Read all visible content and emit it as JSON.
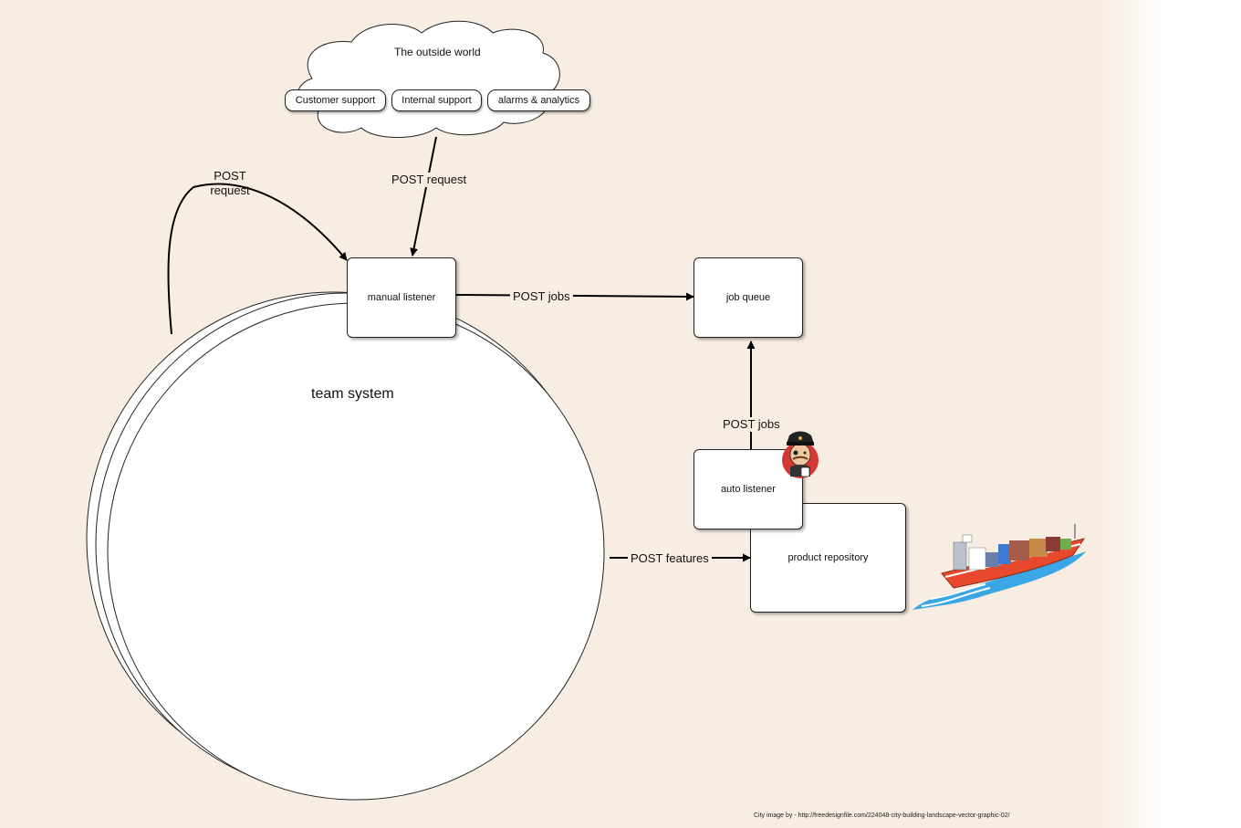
{
  "cloud": {
    "title": "The outside world",
    "items": [
      "Customer support",
      "Internal support",
      "alarms & analytics"
    ]
  },
  "nodes": {
    "manual_listener": "manual listener",
    "job_queue": "job queue",
    "auto_listener": "auto listener",
    "product_repository": "product repository",
    "team_system": "team system"
  },
  "edges": {
    "outside_to_manual": "POST request",
    "self_loop": "POST\nrequest",
    "manual_to_queue": "POST jobs",
    "auto_to_queue": "POST jobs",
    "team_to_repo": "POST features"
  },
  "icons": {
    "mascot": "butler-mascot-icon",
    "ship": "cargo-ship-icon"
  },
  "credit": "City image by - http://freedesignfile.com/224048-city-building-landscape-vector-graphic-02/"
}
